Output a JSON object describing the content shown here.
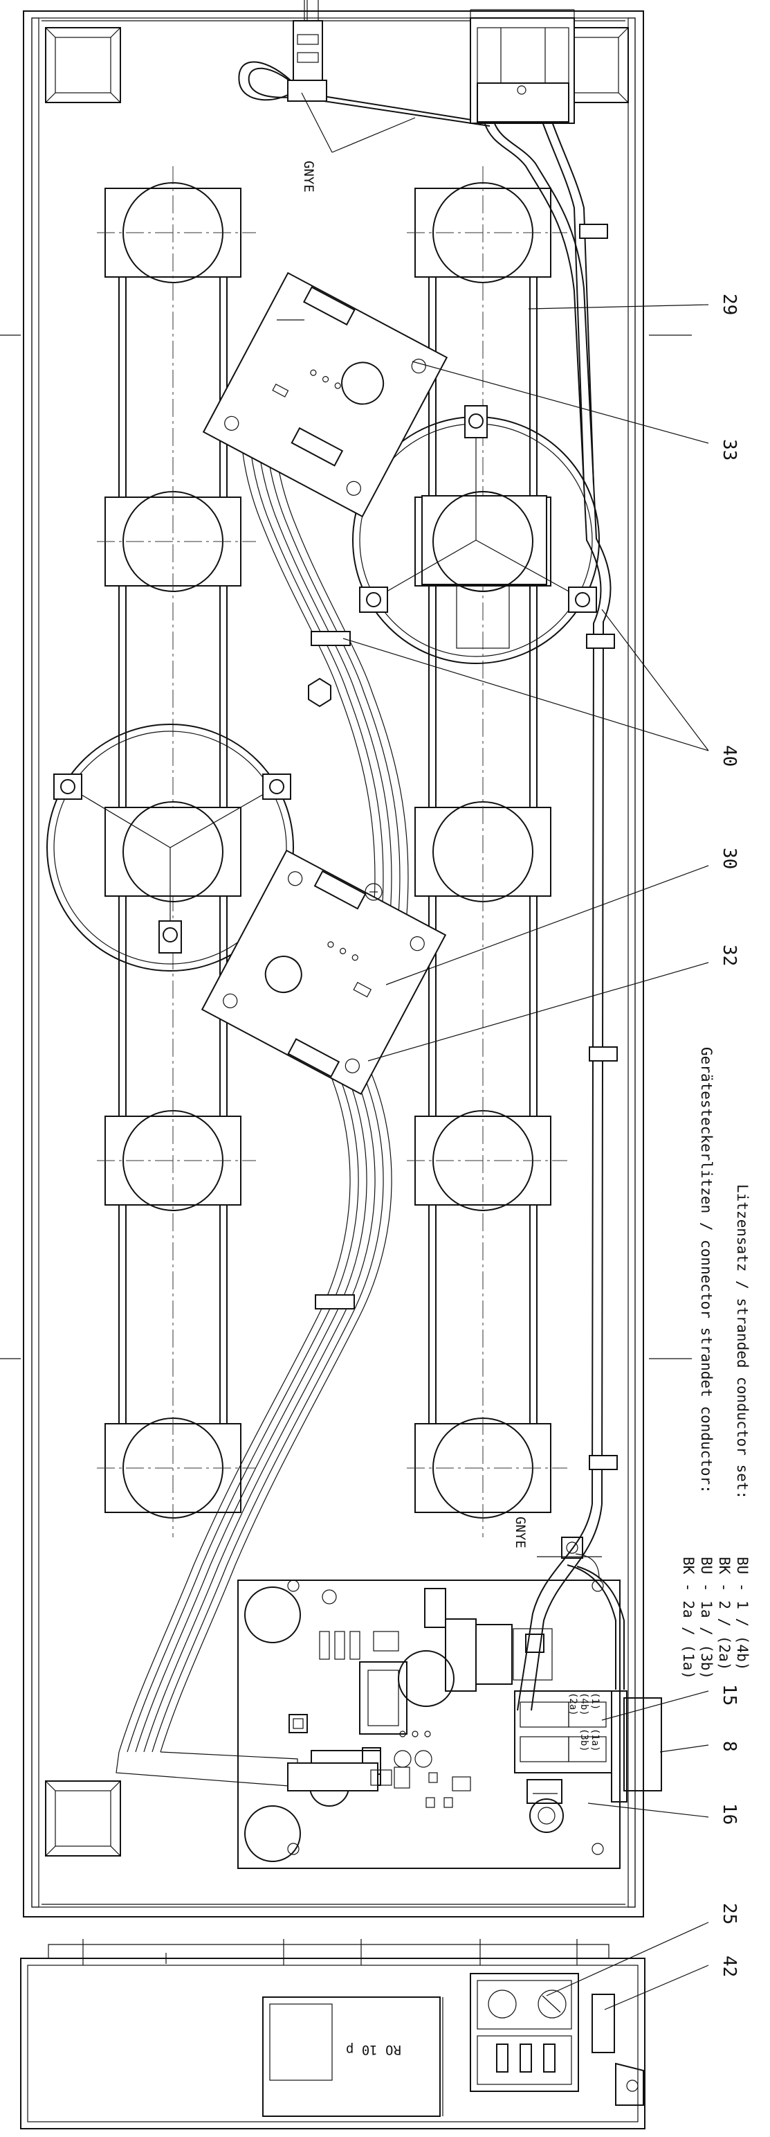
{
  "callouts": {
    "c29": "29",
    "c33": "33",
    "c40": "40",
    "c30": "30",
    "c32": "32",
    "c15": "15",
    "c8": "8",
    "c16": "16",
    "c25": "25",
    "c42": "42"
  },
  "labels": {
    "gnye_top": "GNYE",
    "gnye_bottom": "GNYE",
    "model": "RO 10 p",
    "pin_1": "(1)",
    "pin_4b": "(4b)",
    "pin_2a": "(2a)",
    "pin_1a": "(1a)",
    "pin_3b": "(3b)"
  },
  "legend": {
    "line1": "Litzensatz / stranded conductor set:",
    "line2": "Gerätesteckerlitzen / connector strandet conductor:",
    "codes": [
      "BU - 1 / (4b)",
      "BK - 2 / (2a)",
      "BU - 1a / (3b)",
      "BK - 2a / (1a)"
    ]
  }
}
